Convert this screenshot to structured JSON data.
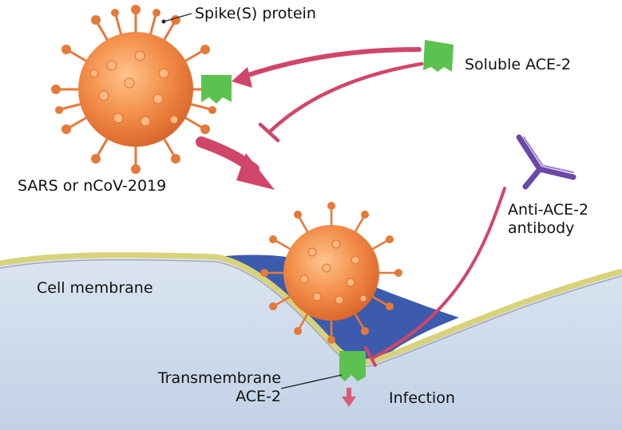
{
  "labels": {
    "spike_protein": "Spike(S) protein",
    "soluble_ace2": "Soluble ACE-2",
    "virus": "SARS or nCoV-2019",
    "anti_ace2_line1": "Anti-ACE-2",
    "anti_ace2_line2": "antibody",
    "cell_membrane": "Cell membrane",
    "transmembrane_line1": "Transmembrane",
    "transmembrane_line2": "ACE-2",
    "infection": "Infection"
  },
  "colors": {
    "virus_body": "#ef8a45",
    "virus_spike": "#e5793a",
    "ace2": "#5cc24f",
    "arrow": "#d0466a",
    "cell": "#cfdbea",
    "membrane": "#d8d27a",
    "membrane_inner": "#2d4da6",
    "antibody": "#6a48a8"
  }
}
